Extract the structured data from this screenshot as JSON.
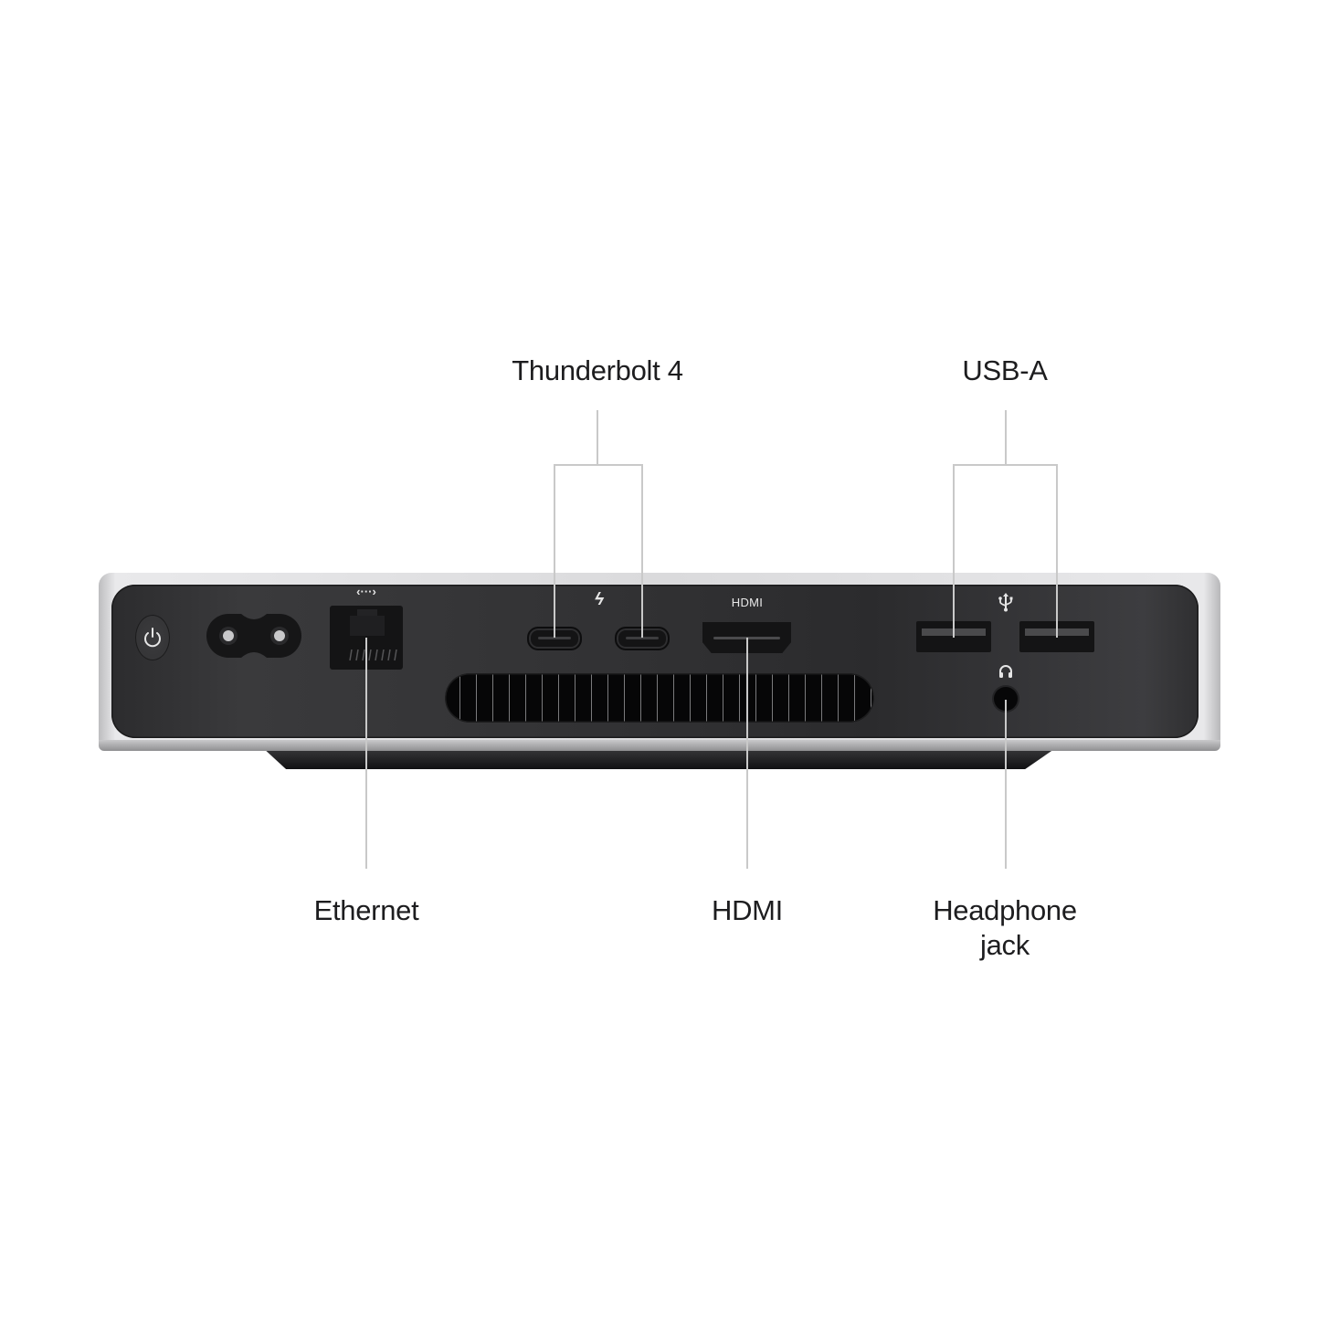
{
  "labels": {
    "thunderbolt": "Thunderbolt 4",
    "usb_a": "USB-A",
    "ethernet": "Ethernet",
    "hdmi": "HDMI",
    "headphone_line1": "Headphone",
    "headphone_line2": "jack"
  },
  "device": {
    "hdmi_port_label": "HDMI",
    "ethernet_icon_glyph": "‹···›",
    "thunderbolt_icon_glyph": "ϟ",
    "usb_icon_glyph": "⌁",
    "headphone_icon_glyph": "🎧"
  },
  "colors": {
    "background": "#ffffff",
    "text": "#1d1d1f",
    "leader_line": "#c9c9c9",
    "panel": "#2f2f31",
    "shell": "#dadadc"
  }
}
